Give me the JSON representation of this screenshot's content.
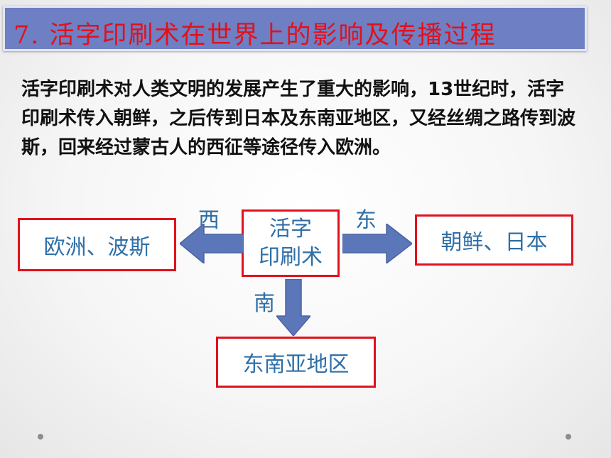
{
  "title": "7. 活字印刷术在世界上的影响及传播过程",
  "paragraph": "活字印刷术对人类文明的发展产生了重大的影响，13世纪时，活字印刷术传入朝鲜，之后传到日本及东南亚地区，又经丝绸之路传到波斯，回来经过蒙古人的西征等途径传入欧洲。",
  "diagram": {
    "center_line1": "活字",
    "center_line2": "印刷术",
    "west_label": "西",
    "west_box": "欧洲、波斯",
    "east_label": "东",
    "east_box": "朝鲜、日本",
    "south_label": "南",
    "south_box": "东南亚地区"
  },
  "colors": {
    "title_bg": "#6f7fc4",
    "title_text": "#e1111b",
    "box_border": "#e2111d",
    "box_text": "#2f6fa6",
    "arrow_fill": "#5b77b9"
  }
}
